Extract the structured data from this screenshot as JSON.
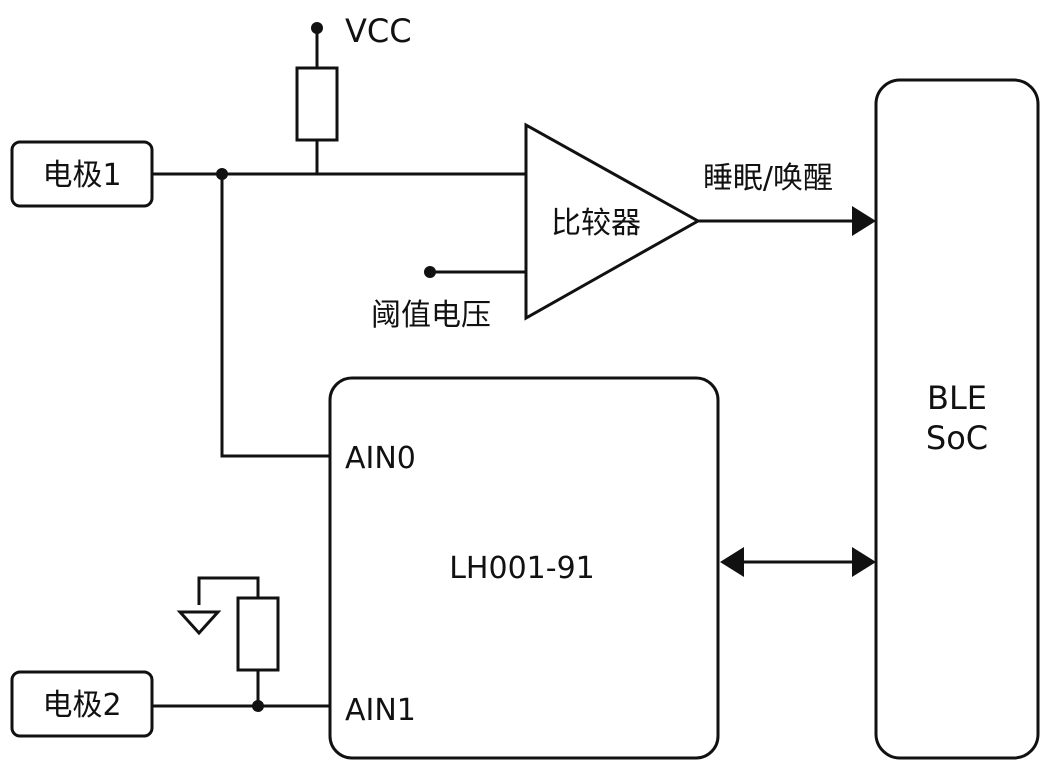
{
  "labels": {
    "vcc": "VCC",
    "electrode1": "电极1",
    "electrode2": "电极2",
    "comparator": "比较器",
    "threshold": "阈值电压",
    "sleep_wake": "睡眠/唤醒",
    "ain0": "AIN0",
    "ain1": "AIN1",
    "chip": "LH001-91",
    "ble_line1": "BLE",
    "ble_line2": "SoC"
  },
  "colors": {
    "line": "#111111",
    "background": "#ffffff"
  }
}
